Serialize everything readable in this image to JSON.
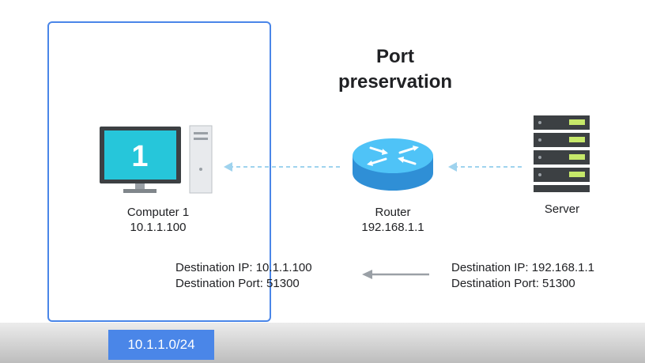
{
  "diagram": {
    "title_line1": "Port",
    "title_line2": "preservation",
    "subnet": "10.1.1.0/24",
    "computer": {
      "name": "Computer 1",
      "ip": "10.1.1.100",
      "screen_number": "1",
      "icon": "desktop-computer-icon"
    },
    "router": {
      "name": "Router",
      "ip": "192.168.1.1",
      "icon": "router-icon"
    },
    "server": {
      "name": "Server",
      "icon": "server-rack-icon"
    },
    "packet_local": {
      "dest_ip": "Destination IP: 10.1.1.100",
      "dest_port": "Destination Port: 51300"
    },
    "packet_remote": {
      "dest_ip": "Destination IP: 192.168.1.1",
      "dest_port": "Destination Port: 51300"
    },
    "colors": {
      "accent": "#4a86e8",
      "monitor": "#26c6da",
      "router": "#4fc3f7",
      "server_light": "#c6e86a",
      "flow_arrow": "#9fd3ee"
    }
  }
}
